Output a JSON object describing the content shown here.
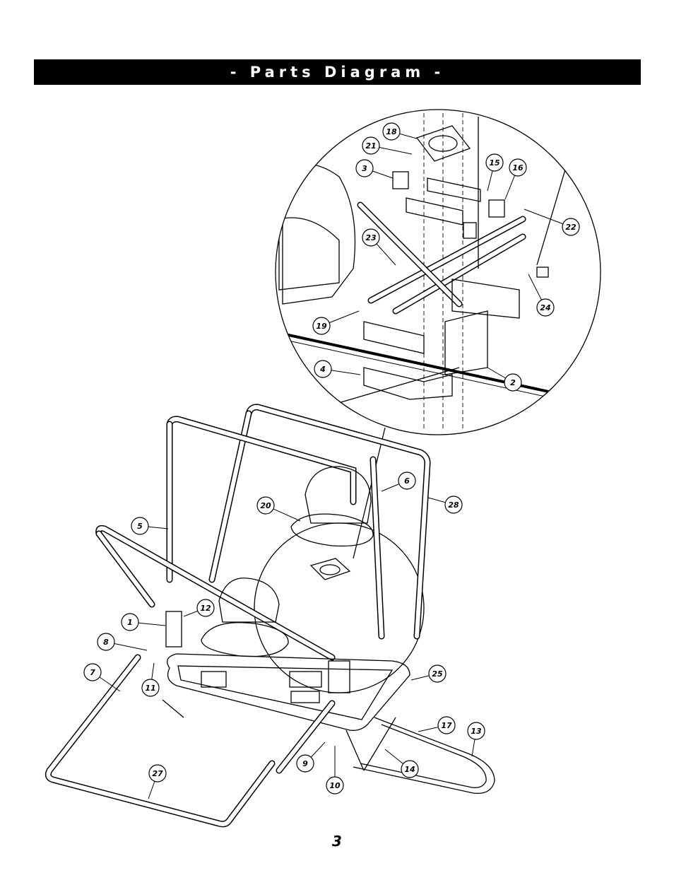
{
  "header": {
    "title": "- Parts Diagram -"
  },
  "page": {
    "number": "3"
  },
  "callouts": [
    "18",
    "21",
    "3",
    "15",
    "16",
    "22",
    "23",
    "24",
    "19",
    "4",
    "2",
    "6",
    "28",
    "20",
    "5",
    "12",
    "1",
    "8",
    "11",
    "7",
    "25",
    "17",
    "13",
    "14",
    "9",
    "10",
    "27"
  ]
}
